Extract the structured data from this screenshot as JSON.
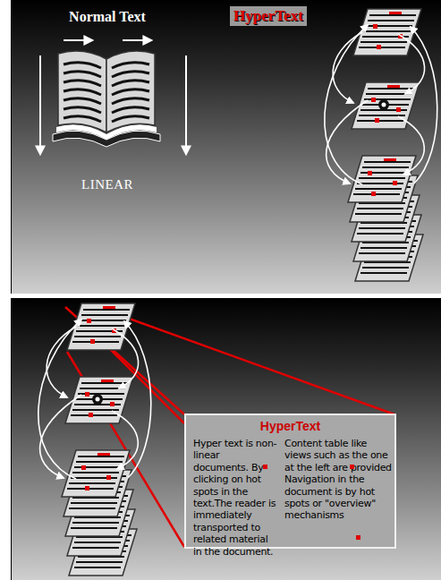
{
  "diagram": {
    "nodes": [
      {
        "text": [
          "HyperText",
          "Hyper text is non-linear documents. By clicking on hot spots in the text.The reader is immediately transported to related material in the document.",
          "Content table like views such as the one at the left are provided Navigation in the document is by hot spots or \"overview\" mechanisms"
        ]
      }
    ],
    "labels": [
      "Normal Text",
      "LINEAR",
      "HyperText"
    ]
  }
}
